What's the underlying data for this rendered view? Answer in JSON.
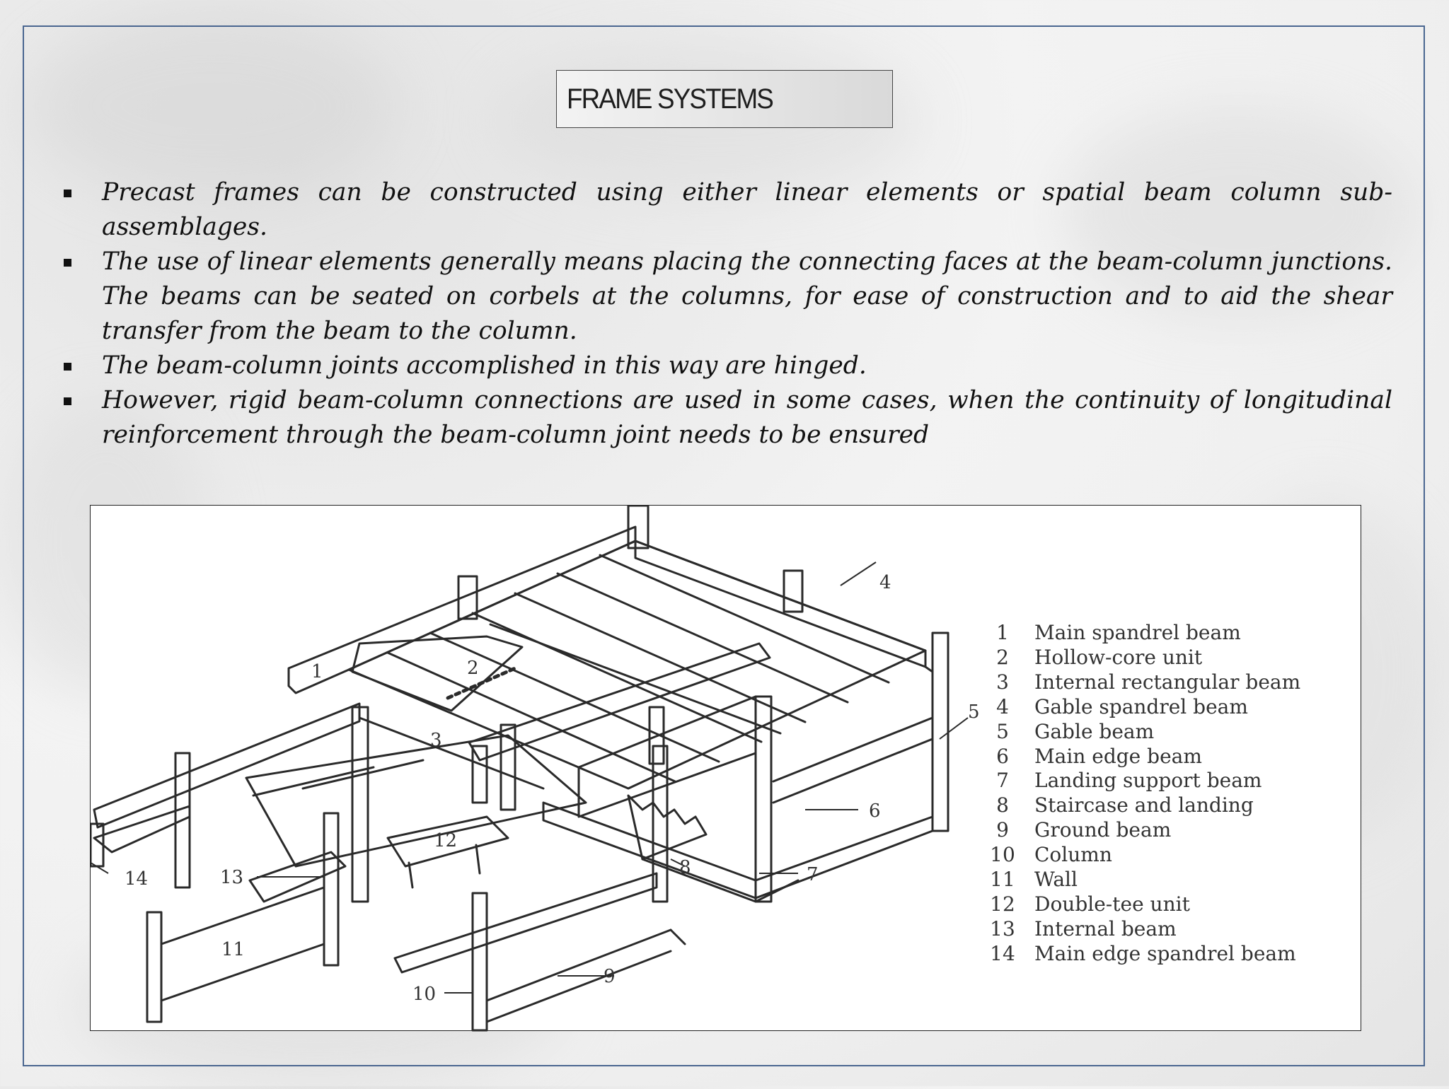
{
  "slide": {
    "title": "FRAME SYSTEMS",
    "bullets": [
      "Precast frames can be constructed using either linear elements or spatial beam column sub-assemblages.",
      "The use of linear elements generally means placing the connecting faces at the beam-column junctions. The beams can be seated on corbels at the columns, for ease of construction and to aid the shear transfer from the beam to the column.",
      "The beam-column joints accomplished in this way are hinged.",
      "However, rigid beam-column connections are used in some cases, when the continuity of longitudinal reinforcement through the beam-column joint needs to be ensured"
    ]
  },
  "diagram": {
    "callouts": [
      "1",
      "2",
      "3",
      "4",
      "5",
      "6",
      "7",
      "8",
      "9",
      "10",
      "11",
      "12",
      "13",
      "14"
    ],
    "legend": [
      {
        "num": "1",
        "label": "Main spandrel beam"
      },
      {
        "num": "2",
        "label": "Hollow-core unit"
      },
      {
        "num": "3",
        "label": "Internal rectangular beam"
      },
      {
        "num": "4",
        "label": "Gable spandrel beam"
      },
      {
        "num": "5",
        "label": "Gable beam"
      },
      {
        "num": "6",
        "label": "Main edge beam"
      },
      {
        "num": "7",
        "label": "Landing support beam"
      },
      {
        "num": "8",
        "label": "Staircase and landing"
      },
      {
        "num": "9",
        "label": "Ground beam"
      },
      {
        "num": "10",
        "label": "Column"
      },
      {
        "num": "11",
        "label": "Wall"
      },
      {
        "num": "12",
        "label": "Double-tee unit"
      },
      {
        "num": "13",
        "label": "Internal beam"
      },
      {
        "num": "14",
        "label": "Main edge spandrel beam"
      }
    ]
  },
  "colors": {
    "border": "#4a6690",
    "ink": "#111111",
    "diagram_line": "#2a2a2a"
  }
}
